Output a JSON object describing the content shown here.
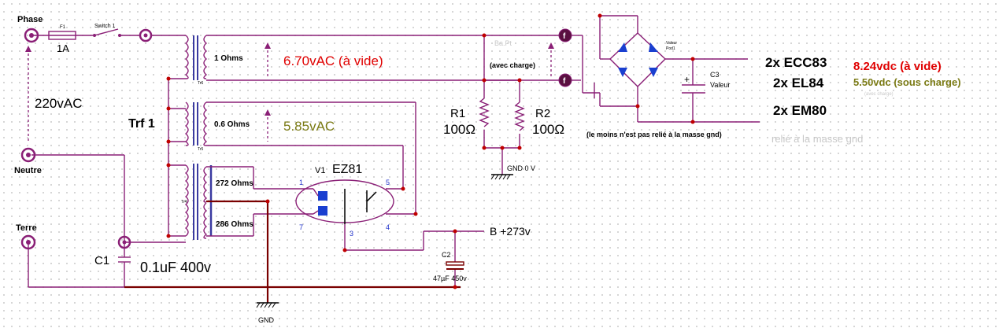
{
  "labels": {
    "phase": "Phase",
    "neutre": "Neutre",
    "terre": "Terre",
    "fuse_ref": "F1",
    "fuse_val": "1A",
    "switch": "Switch 1",
    "mains_voltage": "220vAC",
    "trf": "Trf 1",
    "c1_ref": "C1",
    "c1_val": "0.1uF 400v",
    "sec1": "1 Ohms",
    "sec2": "0.6 Ohms",
    "sec3": "272 Ohms",
    "sec4": "286 Ohms",
    "tr_small_a": "Tr6",
    "tr_small_b": "Tr5",
    "tr_small_c": "Tr4",
    "v1_noload": "6.70vAC (à vide)",
    "v2": "5.85vAC",
    "tube_ref": "V1",
    "tube_name": "EZ81",
    "pin1": "1",
    "pin5": "5",
    "pin7": "7",
    "pin3": "3",
    "pin4": "4",
    "b_plus": "B +273v",
    "c2_ref": "C2",
    "c2_val": "47µF 450v",
    "gnd_bottom": "GND",
    "avec_charge": "(avec charge)",
    "r1_ref": "R1",
    "r1_val": "100Ω",
    "r2_ref": "R2",
    "r2_val": "100Ω",
    "gnd0": "GND  0 V",
    "note": "(le moins n'est pas relié à la masse gnd)",
    "note_ghost": "relié à la masse gnd",
    "ghost_top": "Ba.Pt",
    "bridge_ref": "Valeur",
    "bridge_ref2": "Pod1",
    "c3_ref": "C3",
    "c3_val": "Valeur",
    "out1": "2x ECC83",
    "out2": "2x EL84",
    "out3": "2x EM80",
    "vdc_noload": "8.24vdc (à vide)",
    "vdc_load": "5.50vdc (sous charge)",
    "vdc_ghost": "(avec charge)",
    "meter_f": "f",
    "plus": "+"
  },
  "colors": {
    "wire": "#8a1f76",
    "red_text": "#e00000",
    "olive_text": "#7a7a14",
    "pin_blue": "#2233cc"
  }
}
